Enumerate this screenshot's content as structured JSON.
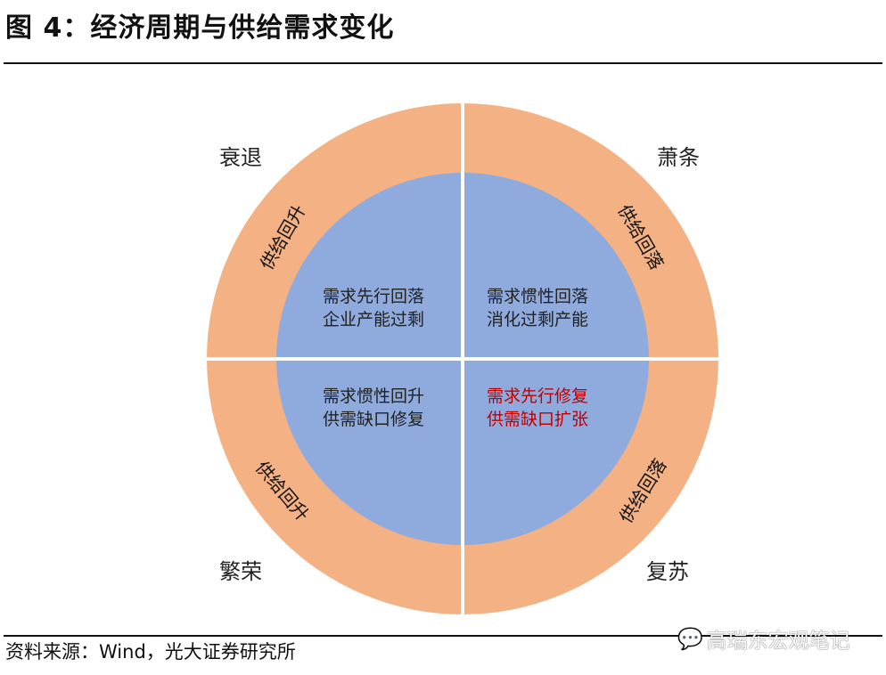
{
  "title": "图 4：经济周期与供给需求变化",
  "colors": {
    "outer_ring": "#f4b183",
    "inner_circle": "#8faadc",
    "highlight_text": "#c00000"
  },
  "phases": {
    "top_left": "衰退",
    "top_right": "萧条",
    "bottom_left": "繁荣",
    "bottom_right": "复苏"
  },
  "supply": {
    "top_left": "供给回升",
    "top_right": "供给回落",
    "bottom_left": "供给回升",
    "bottom_right": "供给回落"
  },
  "demand": {
    "top_left": [
      "需求先行回落",
      "企业产能过剩"
    ],
    "top_right": [
      "需求惯性回落",
      "消化过剩产能"
    ],
    "bottom_left": [
      "需求惯性回升",
      "供需缺口修复"
    ],
    "bottom_right": [
      "需求先行修复",
      "供需缺口扩张"
    ]
  },
  "source": "资料来源：Wind，光大证券研究所",
  "watermark": "高瑞东宏观笔记"
}
